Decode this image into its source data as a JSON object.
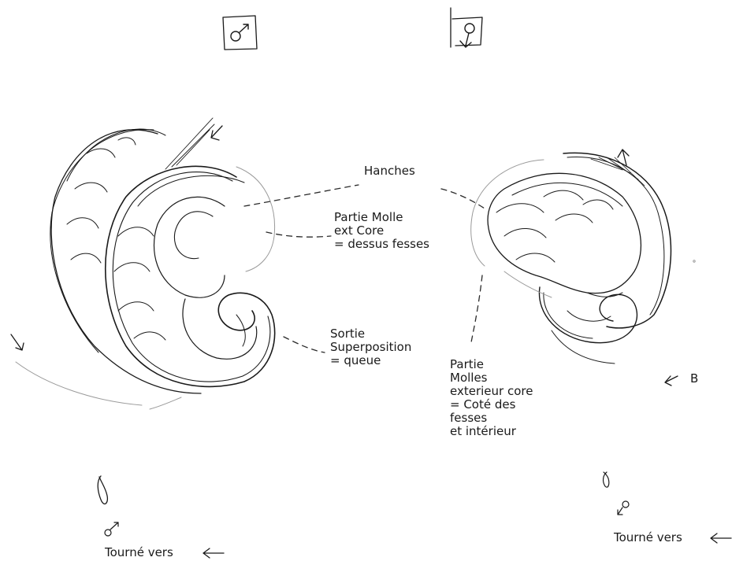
{
  "labels": {
    "hanches": "Hanches",
    "partie_molle": "Partie Molle\next Core\n= dessus fesses",
    "sortie": "Sortie\nSuperposition\n= queue",
    "parties_molles": "Partie\nMolles\nexterieur core\n= Coté des\nfesses\net intérieur",
    "b_marker": "B",
    "tourne_left": "Tourné vers",
    "tourne_right": "Tourné vers"
  },
  "icons": {
    "male_box": "male-symbol-icon",
    "female_box": "female-symbol-icon"
  },
  "colors": {
    "ink": "#1a1a1a",
    "light_ink": "#9a9a9a",
    "paper": "#ffffff"
  }
}
